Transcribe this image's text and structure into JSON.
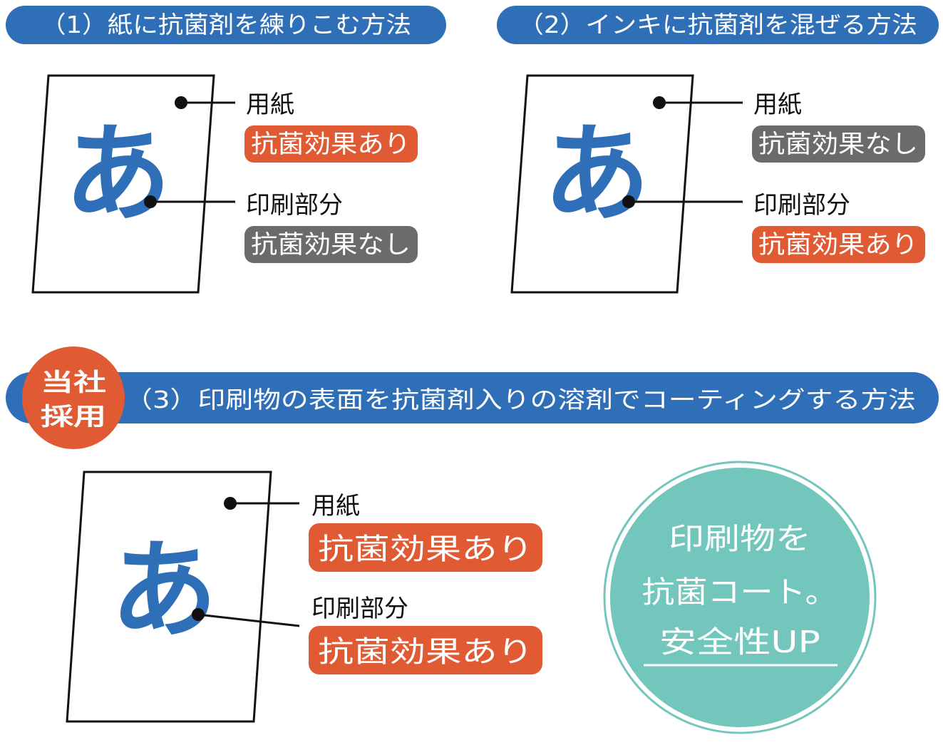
{
  "colors": {
    "blue": "#2f6fb7",
    "orange": "#e05a33",
    "gray": "#6b6b6b",
    "teal": "#72c6bb",
    "white": "#ffffff",
    "black": "#111111"
  },
  "method1": {
    "title": "（1）紙に抗菌剤を練りこむ方法",
    "character": "あ",
    "paper_label": "用紙",
    "paper_effect": "抗菌効果あり",
    "print_label": "印刷部分",
    "print_effect": "抗菌効果なし"
  },
  "method2": {
    "title": "（2）インキに抗菌剤を混ぜる方法",
    "character": "あ",
    "paper_label": "用紙",
    "paper_effect": "抗菌効果なし",
    "print_label": "印刷部分",
    "print_effect": "抗菌効果あり"
  },
  "method3": {
    "stamp_line1": "当社",
    "stamp_line2": "採用",
    "title": "（3）印刷物の表面を抗菌剤入りの溶剤でコーティングする方法",
    "character": "あ",
    "paper_label": "用紙",
    "paper_effect": "抗菌効果あり",
    "print_label": "印刷部分",
    "print_effect": "抗菌効果あり"
  },
  "summary": {
    "line1": "印刷物を",
    "line2": "抗菌コート。",
    "line3": "安全性UP"
  }
}
